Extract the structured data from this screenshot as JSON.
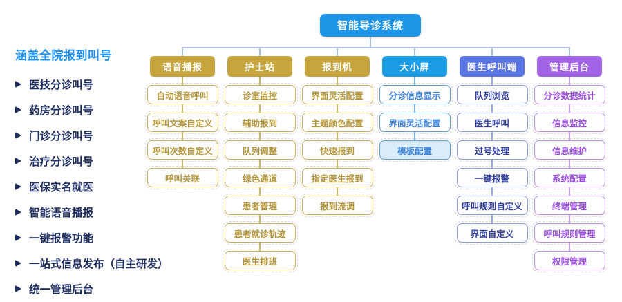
{
  "sidebar": {
    "title": "涵盖全院报到叫号",
    "items": [
      "医技分诊叫号",
      "药房分诊叫号",
      "门诊分诊叫号",
      "治疗分诊叫号",
      "医保实名就医",
      "智能语音播报",
      "一键报警功能",
      "一站式信息发布（自主研发）",
      "统一管理后台"
    ]
  },
  "root": {
    "label": "智能导诊系统"
  },
  "columns": [
    {
      "label": "语音播报",
      "theme": "gold",
      "items": [
        {
          "label": "自动语音呼叫"
        },
        {
          "label": "呼叫文案自定义"
        },
        {
          "label": "呼叫次数自定义"
        },
        {
          "label": "呼叫关联"
        }
      ]
    },
    {
      "label": "护士站",
      "theme": "gold",
      "items": [
        {
          "label": "诊室监控"
        },
        {
          "label": "辅助报到"
        },
        {
          "label": "队列调整"
        },
        {
          "label": "绿色通道"
        },
        {
          "label": "患者管理"
        },
        {
          "label": "患者就诊轨迹"
        },
        {
          "label": "医生排班"
        }
      ]
    },
    {
      "label": "报到机",
      "theme": "gold",
      "items": [
        {
          "label": "界面灵活配置"
        },
        {
          "label": "主题颜色配置"
        },
        {
          "label": "快速报到"
        },
        {
          "label": "指定医生报到"
        },
        {
          "label": "报到流调"
        }
      ]
    },
    {
      "label": "大小屏",
      "theme": "blue",
      "items": [
        {
          "label": "分诊信息显示"
        },
        {
          "label": "界面灵活配置"
        },
        {
          "label": "模板配置",
          "filled": true
        }
      ]
    },
    {
      "label": "医生呼叫端",
      "theme": "indigo",
      "items": [
        {
          "label": "队列浏览"
        },
        {
          "label": "医生呼叫"
        },
        {
          "label": "过号处理"
        },
        {
          "label": "一键报警"
        },
        {
          "label": "呼叫规则自定义"
        },
        {
          "label": "界面自定义"
        }
      ]
    },
    {
      "label": "管理后台",
      "theme": "purple",
      "items": [
        {
          "label": "分诊数据统计"
        },
        {
          "label": "信息监控"
        },
        {
          "label": "信息维护"
        },
        {
          "label": "系统配置"
        },
        {
          "label": "终端管理"
        },
        {
          "label": "呼叫规则管理"
        },
        {
          "label": "权限管理"
        }
      ]
    }
  ],
  "themes": {
    "gold": {
      "header_bg": "#c6a63c",
      "header_text": "#ffffff",
      "node_border": "#ccb257",
      "node_text": "#b2943a",
      "link": "#c9b46a",
      "filled_fill": "#ffffff"
    },
    "blue": {
      "header_bg": "#1b9ce4",
      "header_text": "#ffffff",
      "node_border": "#5b9ce0",
      "node_text": "#3f82d6",
      "link": "#79b0e4",
      "filled_fill": "#d8ecfa"
    },
    "indigo": {
      "header_bg": "#5b74e4",
      "header_text": "#ffffff",
      "node_border": "#8c99e8",
      "node_text": "#31409a",
      "link": "#9aa6ec",
      "filled_fill": "#ffffff"
    },
    "purple": {
      "header_bg": "#a263e6",
      "header_text": "#ffffff",
      "node_border": "#b98aec",
      "node_text": "#9a50dc",
      "link": "#c49cee",
      "filled_fill": "#ffffff"
    }
  },
  "colors": {
    "root_bg": "#1e96e8",
    "harness_line": "#a9bedd",
    "sidebar_title": "#1b8df0",
    "sidebar_text": "#1c2d5e"
  }
}
